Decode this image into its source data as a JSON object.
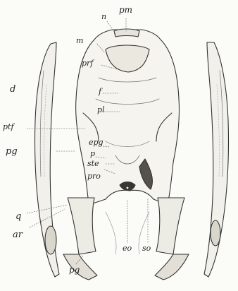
{
  "figure": {
    "labels": {
      "pm": "pm",
      "n": "n",
      "m": "m",
      "prf": "prf",
      "d": "d",
      "f": "f",
      "pl": "pl",
      "ptf": "ptf",
      "epg": "epg",
      "p": "p",
      "pg_left": "pg",
      "ste": "ste",
      "pro": "pro",
      "q": "q",
      "ar": "ar",
      "pg_bottom": "pg",
      "eo": "eo",
      "so": "so"
    }
  }
}
